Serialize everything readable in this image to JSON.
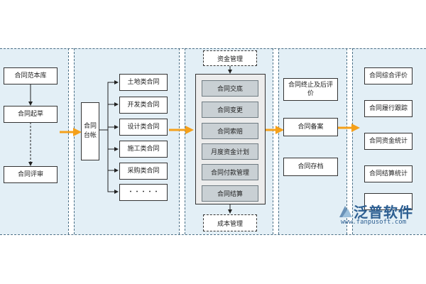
{
  "left_column": {
    "box1": "合同范本库",
    "box2": "合同起草",
    "box3": "合同评审"
  },
  "ledger": {
    "label": "合同台帐"
  },
  "contract_types": [
    "土地类合同",
    "开发类合同",
    "设计类合同",
    "施工类合同",
    "采购类合同",
    "・・・・・"
  ],
  "middle": {
    "top_dashed": "资金管理",
    "items": [
      "合同交底",
      "合同变更",
      "合同索赔",
      "月度资金计划",
      "合同付款管理",
      "合同结算"
    ],
    "bottom_dashed": "成本管理"
  },
  "right_mid": {
    "box1": "合同终止及后评价",
    "box2": "合同备案",
    "box3": "合同存档"
  },
  "right": {
    "items": [
      "合同综合评价",
      "合同履行跟踪",
      "合同资金统计",
      "合同结算统计",
      ""
    ]
  },
  "logo": {
    "text": "泛普软件",
    "url": "www.fanpusoft.com"
  },
  "colors": {
    "band": "#e3eff6",
    "arrow": "#f5a01a",
    "logo": "#2d5f92"
  }
}
